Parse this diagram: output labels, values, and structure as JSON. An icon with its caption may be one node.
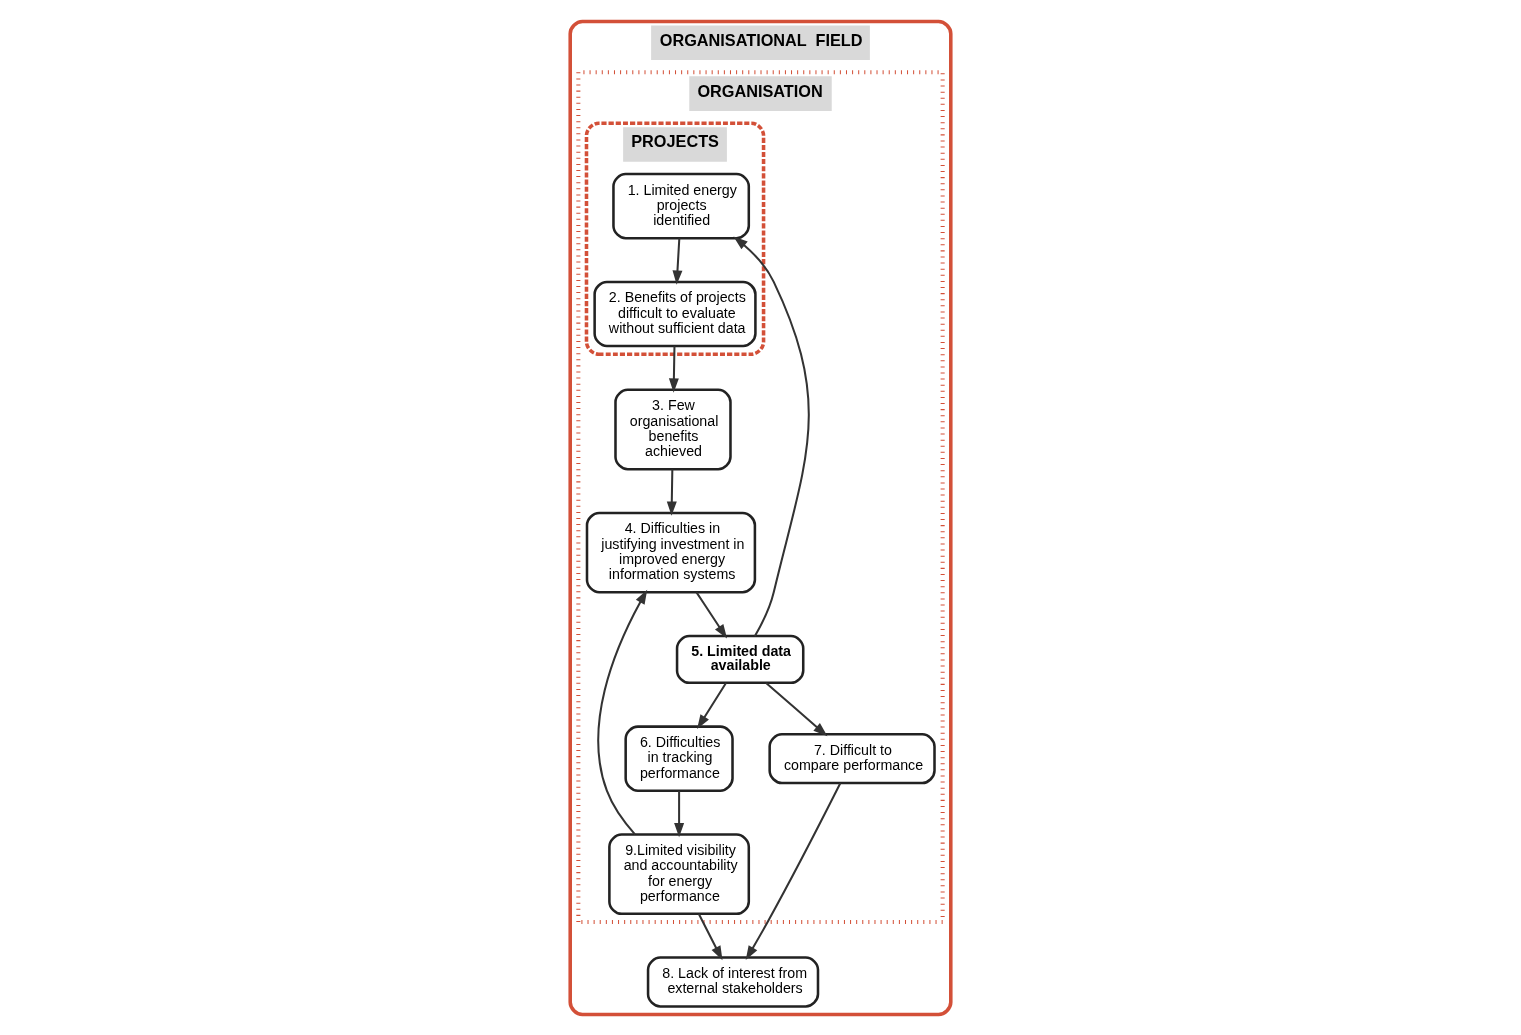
{
  "diagram": {
    "nodes": [
      {
        "text": [
          "ORGANISATIONAL  FIELD"
        ]
      },
      {
        "text": [
          "ORGANISATION"
        ],
        "in": 0
      },
      {
        "text": [
          "PROJECTS"
        ],
        "in": 1
      },
      {
        "text": [
          "4. Difficulties in justifying investment in improved energy information systems"
        ],
        "in": 1
      },
      {
        "text": [
          "6. Difficulties in tracking performance"
        ],
        "in": 1
      },
      {
        "text": [
          "3. Few organisational benefits achieved"
        ],
        "in": 1
      },
      {
        "text": [
          "9.Limited visibility and accountability for energy performance"
        ],
        "in": 1
      },
      {
        "text": [
          "5. Limited data available"
        ],
        "in": 1
      },
      {
        "text": [
          "7. Difficult to compare performance"
        ],
        "in": 1
      },
      {
        "text": [
          "1. Limited energy projects identified"
        ],
        "in": 2
      },
      {
        "text": [
          "2. Benefits of projects difficult to evaluate without sufficient data"
        ],
        "in": 2
      },
      {
        "text": [
          "8. Lack of interest from external stakeholders"
        ],
        "in": 0
      }
    ],
    "edges": [
      {
        "from": 6,
        "to": 3,
        "arrow": "to"
      },
      {
        "from": 4,
        "to": 6,
        "arrow": "to"
      },
      {
        "from": 3,
        "to": 7,
        "arrow": "to"
      },
      {
        "from": 7,
        "to": 4,
        "arrow": "to"
      },
      {
        "from": 5,
        "to": 3,
        "arrow": "to"
      },
      {
        "from": 7,
        "to": 8,
        "arrow": "to"
      },
      {
        "from": 7,
        "to": 9,
        "arrow": "to"
      },
      {
        "from": 9,
        "to": 10,
        "arrow": "to"
      },
      {
        "from": 10,
        "to": 5,
        "arrow": "to"
      },
      {
        "from": 6,
        "to": 11,
        "arrow": "to"
      },
      {
        "from": 8,
        "to": 11,
        "arrow": "to"
      }
    ]
  }
}
